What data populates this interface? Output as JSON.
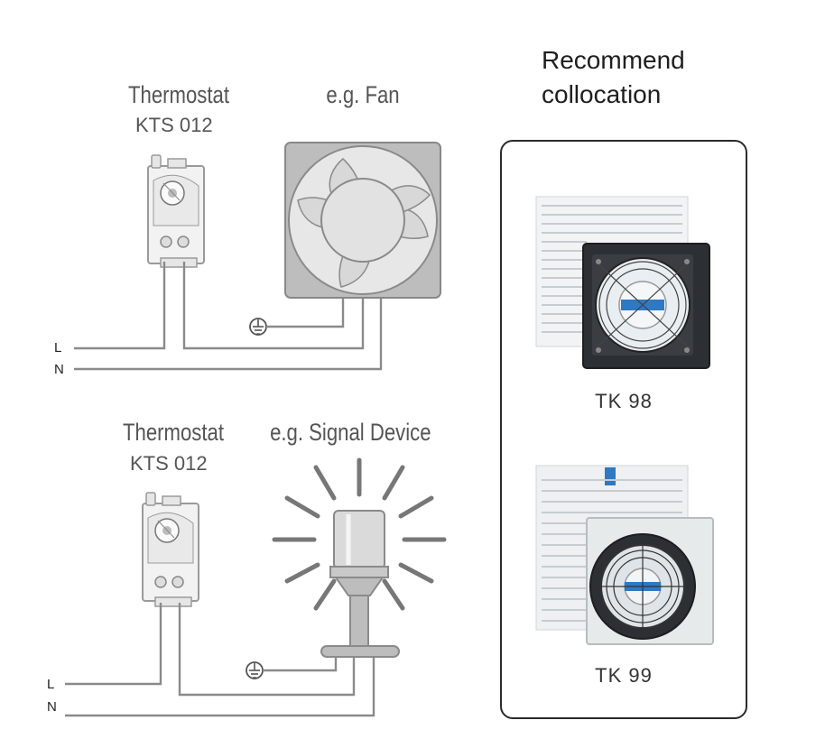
{
  "top_diagram": {
    "thermostat_title": "Thermostat",
    "thermostat_model": "KTS 012",
    "device_title": "e.g. Fan",
    "wire_l": "L",
    "wire_n": "N"
  },
  "bottom_diagram": {
    "thermostat_title": "Thermostat",
    "thermostat_model": "KTS 012",
    "device_title": "e.g. Signal Device",
    "wire_l": "L",
    "wire_n": "N"
  },
  "recommend": {
    "heading_line1": "Recommend",
    "heading_line2": "collocation",
    "products": [
      {
        "label": "TK 98"
      },
      {
        "label": "TK 99"
      }
    ]
  },
  "colors": {
    "wire": "#8a8a8a",
    "device_fill": "#bdbdbd",
    "panel_border": "#2b2b2b",
    "fan_blade_accent": "#2f78c4"
  }
}
